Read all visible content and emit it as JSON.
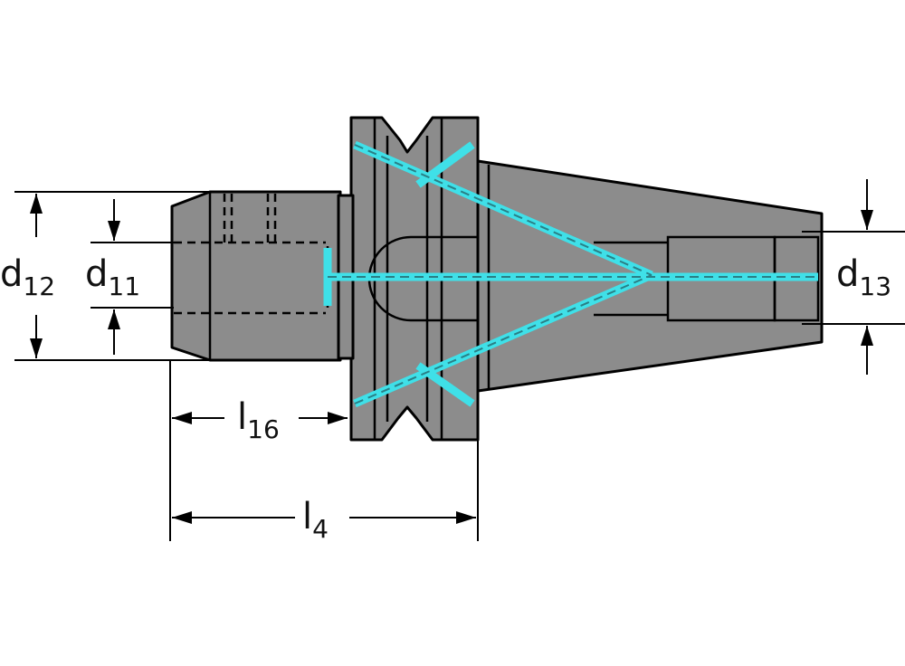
{
  "dimensions": {
    "d12": {
      "main": "d",
      "sub": "12"
    },
    "d11": {
      "main": "d",
      "sub": "11"
    },
    "d13": {
      "main": "d",
      "sub": "13"
    },
    "l16": {
      "main": "l",
      "sub": "16"
    },
    "l4": {
      "main": "l",
      "sub": "4"
    }
  },
  "colors": {
    "part": "#8c8c8c",
    "coolant": "#3fe0e8",
    "line": "#000000",
    "background": "#ffffff"
  }
}
